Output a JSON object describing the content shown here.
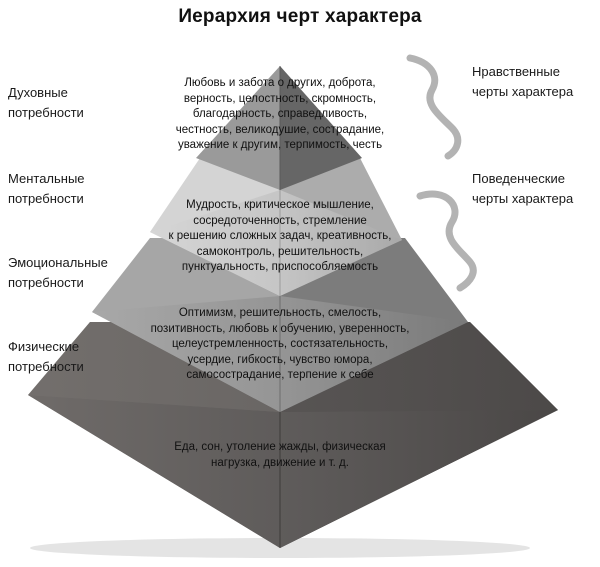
{
  "title": "Иерархия черт характера",
  "left_labels": [
    {
      "line1": "Духовные",
      "line2": "потребности"
    },
    {
      "line1": "Ментальные",
      "line2": "потребности"
    },
    {
      "line1": "Эмоциональные",
      "line2": "потребности"
    },
    {
      "line1": "Физические",
      "line2": "потребности"
    }
  ],
  "right_labels": [
    {
      "line1": "Нравственные",
      "line2": "черты характера"
    },
    {
      "line1": "Поведенческие",
      "line2": "черты характера"
    }
  ],
  "layers": [
    {
      "name": "spiritual",
      "lines": [
        "Любовь и забота о других, доброта,",
        "верность, целостность, скромность,",
        "благодарность, справедливость,",
        "честность, великодушие, сострадание,",
        "уважение к другим, терпимость, честь"
      ]
    },
    {
      "name": "mental",
      "lines": [
        "Мудрость, критическое мышление,",
        "сосредоточенность, стремление",
        "к решению сложных задач, креативность,",
        "самоконтроль, решительность,",
        "пунктуальность, приспособляемость"
      ]
    },
    {
      "name": "emotional",
      "lines": [
        "Оптимизм, решительность, смелость,",
        "позитивность, любовь к обучению, уверенность,",
        "целеустремленность, состязательность,",
        "усердие, гибкость, чувство юмора,",
        "самосострадание, терпение к себе"
      ]
    },
    {
      "name": "physical",
      "lines": [
        "Еда, сон, утоление жажды, физическая",
        "нагрузка, движение и т. д."
      ]
    }
  ],
  "colors": {
    "top_left": "#8e8e8e",
    "top_right": "#6a6a6a",
    "mental_left": "#cfcfcf",
    "mental_right": "#b0b0b0",
    "mental_front": "#bdbdbd",
    "emotional_left": "#a2a2a2",
    "emotional_right": "#7e7e7e",
    "emotional_front": "#8f8f8f",
    "physical_left": "#6c6866",
    "physical_right": "#4d4a49",
    "physical_front": "#5c5958",
    "swirl": "#a9a9a9"
  }
}
